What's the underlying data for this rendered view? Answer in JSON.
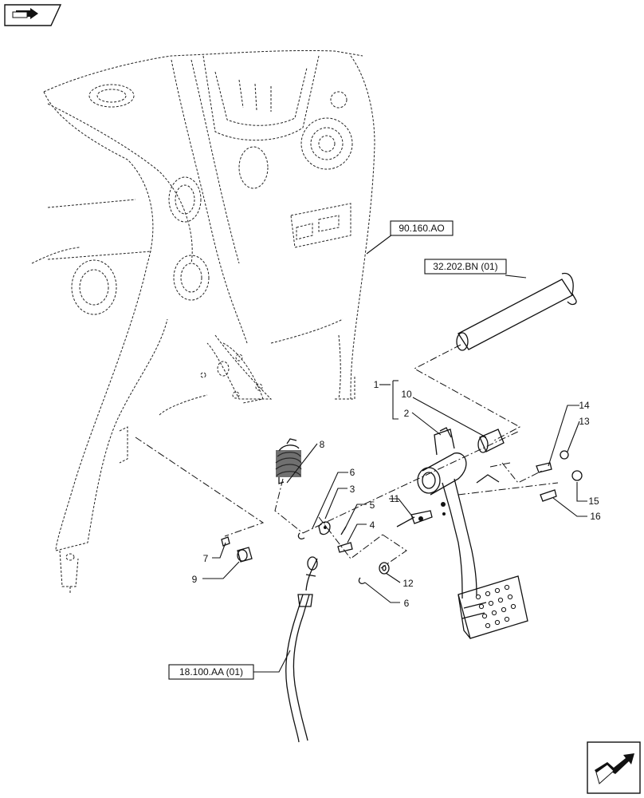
{
  "references": {
    "frame": "90.160.AO",
    "pin": "32.202.BN (01)",
    "cable": "18.100.AA (01)"
  },
  "callouts": {
    "c1": "1",
    "c2": "2",
    "c3": "3",
    "c4": "4",
    "c5": "5",
    "c6a": "6",
    "c6b": "6",
    "c7": "7",
    "c8": "8",
    "c9": "9",
    "c10": "10",
    "c11": "11",
    "c12": "12",
    "c13": "13",
    "c14": "14",
    "c15": "15",
    "c16": "16"
  },
  "icons": {
    "top_left": "book-arrow-icon",
    "bottom_right": "next-page-arrow-icon"
  }
}
